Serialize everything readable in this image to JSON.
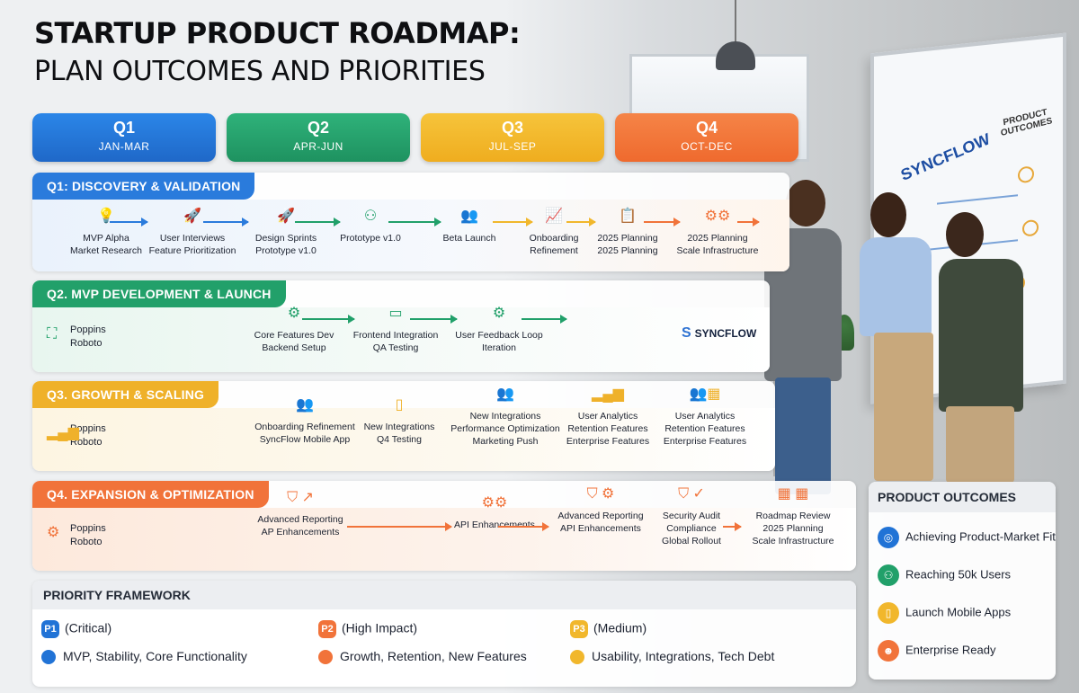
{
  "title": "STARTUP PRODUCT ROADMAP:",
  "subtitle": "PLAN OUTCOMES AND PRIORITIES",
  "colors": {
    "blue": "#2173d6",
    "green": "#21a06a",
    "yellow": "#f1b72c",
    "orange": "#f1733a"
  },
  "quarters": [
    {
      "label": "Q1",
      "range": "JAN-MAR"
    },
    {
      "label": "Q2",
      "range": "APR-JUN"
    },
    {
      "label": "Q3",
      "range": "JUL-SEP"
    },
    {
      "label": "Q4",
      "range": "OCT-DEC"
    }
  ],
  "phases": {
    "q1": {
      "header": "Q1: DISCOVERY & VALIDATION",
      "steps": [
        {
          "icon": "lightbulb-icon",
          "line1": "MVP Alpha",
          "line2": "Market Research"
        },
        {
          "icon": "rocket-icon",
          "line1": "User Interviews",
          "line2": "Feature Prioritization"
        },
        {
          "icon": "rocket-icon",
          "line1": "Design Sprints",
          "line2": "Prototype v1.0"
        },
        {
          "icon": "users-icon",
          "line1": "Prototype v1.0",
          "line2": ""
        },
        {
          "icon": "team-icon",
          "line1": "Beta Launch",
          "line2": ""
        },
        {
          "icon": "chart-icon",
          "line1": "Onboarding",
          "line2": "Refinement"
        },
        {
          "icon": "checklist-icon",
          "line1": "2025 Planning",
          "line2": "2025 Planning"
        },
        {
          "icon": "gears-icon",
          "line1": "2025 Planning",
          "line2": "Scale Infrastructure"
        }
      ]
    },
    "q2": {
      "header": "Q2. MVP DEVELOPMENT & LAUNCH",
      "fonts": [
        "Poppins",
        "Roboto"
      ],
      "steps": [
        {
          "icon": "gear-icon",
          "line1": "Core Features Dev",
          "line2": "Backend Setup"
        },
        {
          "icon": "browser-icon",
          "line1": "Frontend Integration",
          "line2": "QA Testing"
        },
        {
          "icon": "gear-icon",
          "line1": "User Feedback Loop",
          "line2": "Iteration"
        }
      ],
      "brand": "SYNCFLOW"
    },
    "q3": {
      "header": "Q3. GROWTH & SCALING",
      "fonts": [
        "Poppins",
        "Roboto"
      ],
      "steps": [
        {
          "icon": "users-icon",
          "line1": "Onboarding Refinement",
          "line2": "SyncFlow Mobile App",
          "line3": ""
        },
        {
          "icon": "mobile-icon",
          "line1": "New Integrations",
          "line2": "Q4 Testing",
          "line3": ""
        },
        {
          "icon": "team-icon",
          "line1": "New Integrations",
          "line2": "Performance Optimization",
          "line3": "Marketing Push"
        },
        {
          "icon": "bar-chart-icon",
          "line1": "User Analytics",
          "line2": "Retention Features",
          "line3": "Enterprise Features"
        },
        {
          "icon": "analytics-icon",
          "line1": "User Analytics",
          "line2": "Retention Features",
          "line3": "Enterprise Features"
        }
      ]
    },
    "q4": {
      "header": "Q4. EXPANSION & OPTIMIZATION",
      "fonts": [
        "Poppins",
        "Roboto"
      ],
      "steps": [
        {
          "icon": "shield-icon",
          "line1": "Advanced Reporting",
          "line2": "AP Enhancements",
          "line3": ""
        },
        {
          "icon": "gears-icon",
          "line1": "API Enhancements",
          "line2": "",
          "line3": ""
        },
        {
          "icon": "shield-icon",
          "line1": "Advanced Reporting",
          "line2": "API Enhancements",
          "line3": ""
        },
        {
          "icon": "shield-check-icon",
          "line1": "Security Audit",
          "line2": "Compliance",
          "line3": "Global Rollout"
        },
        {
          "icon": "calendar-icon",
          "line1": "Roadmap Review",
          "line2": "2025 Planning",
          "line3": "Scale Infrastructure"
        }
      ]
    }
  },
  "priority": {
    "header": "PRIORITY FRAMEWORK",
    "items": [
      {
        "badge": "P1",
        "label": "(Critical)",
        "desc": "MVP, Stability, Core Functionality",
        "color": "#2173d6"
      },
      {
        "badge": "P2",
        "label": "(High Impact)",
        "desc": "Growth, Retention, New Features",
        "color": "#f1733a"
      },
      {
        "badge": "P3",
        "label": "(Medium)",
        "desc": "Usability, Integrations, Tech Debt",
        "color": "#f1b72c"
      }
    ]
  },
  "outcomes": {
    "header": "PRODUCT OUTCOMES",
    "items": [
      {
        "label": "Achieving Product-Market Fit",
        "icon": "target-icon",
        "color": "#2173d6"
      },
      {
        "label": "Reaching 50k Users",
        "icon": "users-icon",
        "color": "#21a06a"
      },
      {
        "label": "Launch Mobile Apps",
        "icon": "mobile-icon",
        "color": "#f1b72c"
      },
      {
        "label": "Enterprise Ready",
        "icon": "team-icon",
        "color": "#f1733a"
      }
    ]
  },
  "whiteboard": {
    "brand": "SYNCFLOW",
    "outcomes_line1": "PRODUCT",
    "outcomes_line2": "OUTCOMES"
  }
}
